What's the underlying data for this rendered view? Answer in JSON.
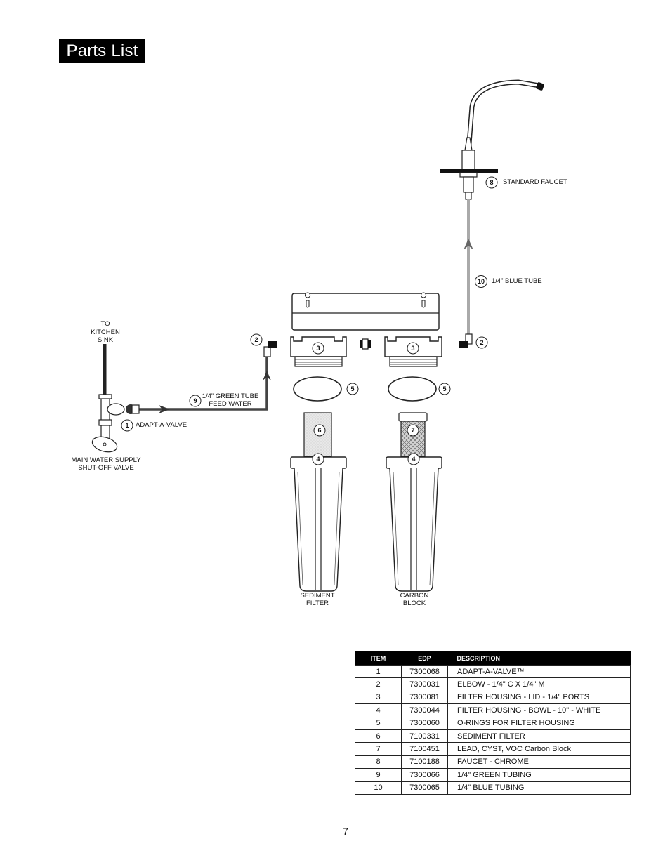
{
  "header": {
    "title": "Parts List"
  },
  "labels": {
    "to_kitchen_sink": [
      "TO",
      "KITCHEN",
      "SINK"
    ],
    "main_water_supply": [
      "MAIN WATER SUPPLY",
      "SHUT-OFF VALVE"
    ],
    "adapt_a_valve": "ADAPT-A-VALVE",
    "green_tube": [
      "1/4” GREEN TUBE",
      "FEED WATER"
    ],
    "blue_tube": "1/4” BLUE TUBE",
    "standard_faucet": "STANDARD FAUCET",
    "sediment_filter": [
      "SEDIMENT",
      "FILTER"
    ],
    "carbon_block": [
      "CARBON",
      "BLOCK"
    ]
  },
  "callouts": {
    "n1": "1",
    "n2": "2",
    "n3": "3",
    "n4": "4",
    "n5": "5",
    "n6": "6",
    "n7": "7",
    "n8": "8",
    "n9": "9",
    "n10": "10"
  },
  "parts_table": {
    "headers": {
      "item": "ITEM",
      "edp": "EDP",
      "description": "DESCRIPTION"
    },
    "rows": [
      {
        "item": "1",
        "edp": "7300068",
        "description": "ADAPT-A-VALVE™"
      },
      {
        "item": "2",
        "edp": "7300031",
        "description": "ELBOW - 1/4\" C  X 1/4\" M"
      },
      {
        "item": "3",
        "edp": "7300081",
        "description": "FILTER HOUSING - LID - 1/4\" PORTS"
      },
      {
        "item": "4",
        "edp": "7300044",
        "description": "FILTER HOUSING - BOWL - 10\" - WHITE"
      },
      {
        "item": "5",
        "edp": "7300060",
        "description": "O-RINGS FOR FILTER HOUSING"
      },
      {
        "item": "6",
        "edp": "7100331",
        "description": "SEDIMENT FILTER"
      },
      {
        "item": "7",
        "edp": "7100451",
        "description": "LEAD, CYST, VOC Carbon Block"
      },
      {
        "item": "8",
        "edp": "7100188",
        "description": "FAUCET - CHROME"
      },
      {
        "item": "9",
        "edp": "7300066",
        "description": "1/4\" GREEN TUBING"
      },
      {
        "item": "10",
        "edp": "7300065",
        "description": "1/4\" BLUE TUBING"
      }
    ]
  },
  "footer": {
    "page_number": "7"
  }
}
